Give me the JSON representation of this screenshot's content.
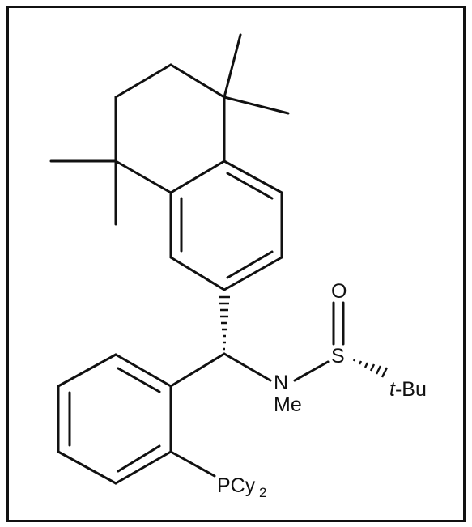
{
  "structure": {
    "atom_labels": {
      "oxygen": "O",
      "sulfur": "S",
      "nitrogen": "N",
      "n_methyl": "Me",
      "s_substituent_prefix": "t",
      "s_substituent_suffix": "-Bu",
      "phosphorus_group": "PCy",
      "phosphorus_group_subscript": "2"
    }
  }
}
